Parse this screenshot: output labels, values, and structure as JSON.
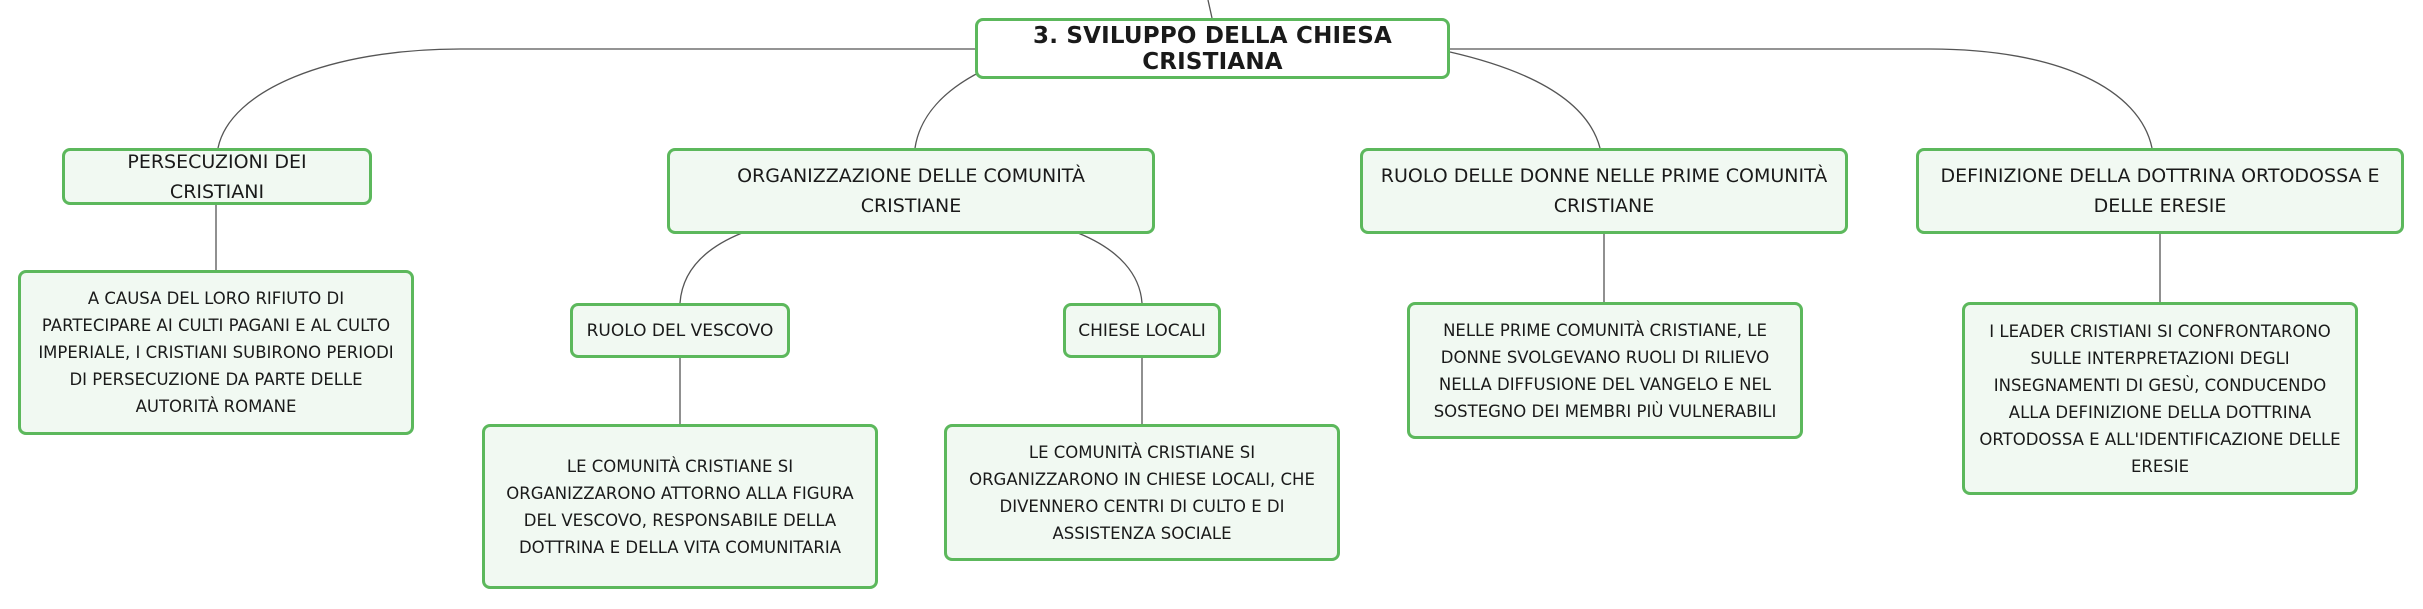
{
  "mindmap": {
    "root": "3. SVILUPPO DELLA CHIESA CRISTIANA",
    "branches": [
      {
        "title": "PERSECUZIONI DEI CRISTIANI",
        "detail": "A CAUSA DEL LORO RIFIUTO DI PARTECIPARE AI CULTI PAGANI E AL CULTO IMPERIALE, I CRISTIANI SUBIRONO PERIODI DI PERSECUZIONE DA PARTE DELLE AUTORITÀ ROMANE"
      },
      {
        "title": "ORGANIZZAZIONE DELLE COMUNITÀ CRISTIANE",
        "children": [
          {
            "title": "RUOLO DEL VESCOVO",
            "detail": "LE COMUNITÀ CRISTIANE SI ORGANIZZARONO ATTORNO ALLA FIGURA DEL VESCOVO, RESPONSABILE DELLA DOTTRINA E DELLA VITA COMUNITARIA"
          },
          {
            "title": "CHIESE LOCALI",
            "detail": "LE COMUNITÀ CRISTIANE SI ORGANIZZARONO IN CHIESE LOCALI, CHE DIVENNERO CENTRI DI CULTO E DI ASSISTENZA SOCIALE"
          }
        ]
      },
      {
        "title": "RUOLO DELLE DONNE NELLE PRIME COMUNITÀ CRISTIANE",
        "detail": "NELLE PRIME COMUNITÀ CRISTIANE, LE DONNE SVOLGEVANO RUOLI DI RILIEVO NELLA DIFFUSIONE DEL VANGELO E NEL SOSTEGNO DEI MEMBRI PIÙ VULNERABILI"
      },
      {
        "title": "DEFINIZIONE DELLA DOTTRINA ORTODOSSA E DELLE ERESIE",
        "detail": "I LEADER CRISTIANI SI CONFRONTARONO SULLE INTERPRETAZIONI DEGLI INSEGNAMENTI DI GESÙ, CONDUCENDO ALLA DEFINIZIONE DELLA DOTTRINA ORTODOSSA E ALL'IDENTIFICAZIONE DELLE ERESIE"
      }
    ]
  },
  "colors": {
    "border": "#5cb85c",
    "fill": "#f1f9f2",
    "line": "#555555"
  }
}
